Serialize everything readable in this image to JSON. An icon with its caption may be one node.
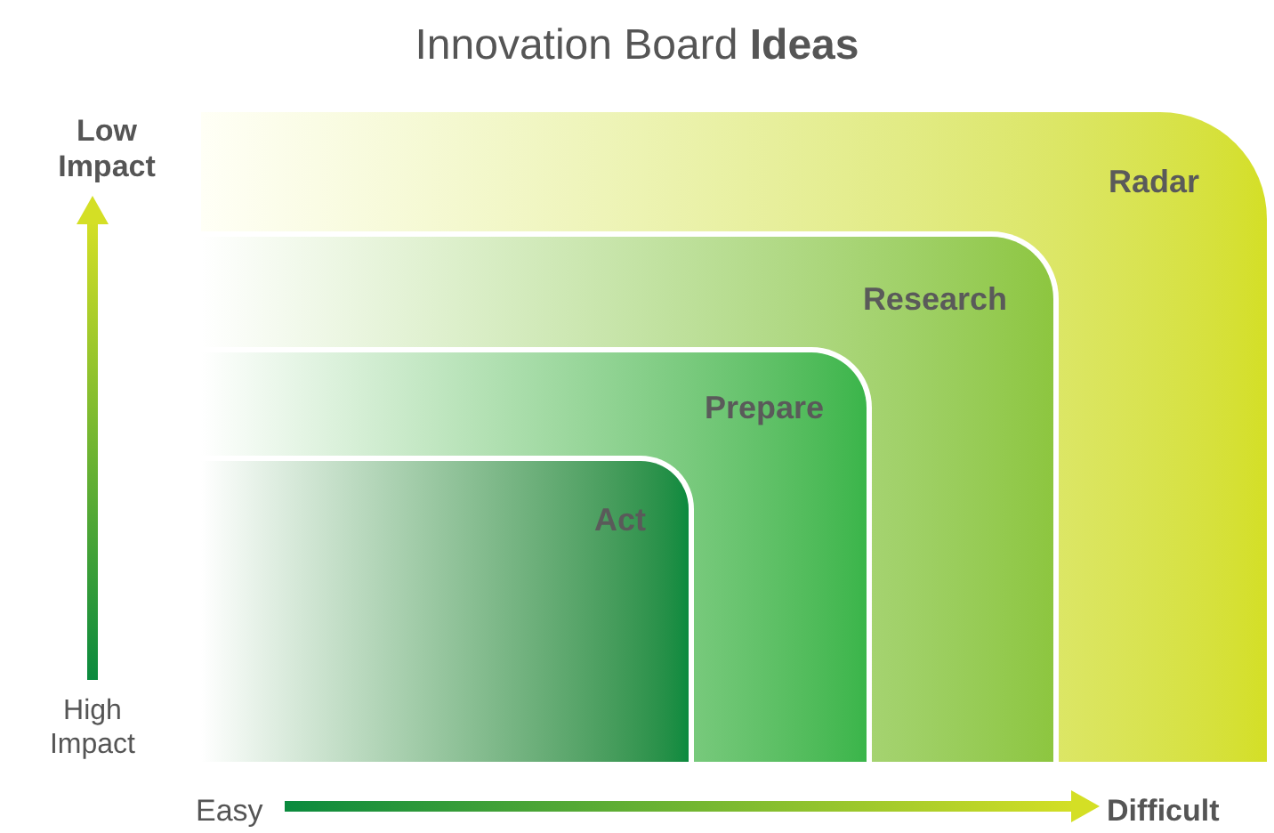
{
  "diagram": {
    "title": "Innovation Board **Ideas**",
    "nodes": [
      {
        "text": [
          "Radar"
        ]
      },
      {
        "text": [
          "Research"
        ],
        "in": 0
      },
      {
        "text": [
          "Prepare"
        ],
        "in": 1
      },
      {
        "text": [
          "Act"
        ],
        "in": 2
      }
    ],
    "labels": [
      "Low Impact",
      "High Impact",
      "Easy",
      "Difficult"
    ]
  }
}
